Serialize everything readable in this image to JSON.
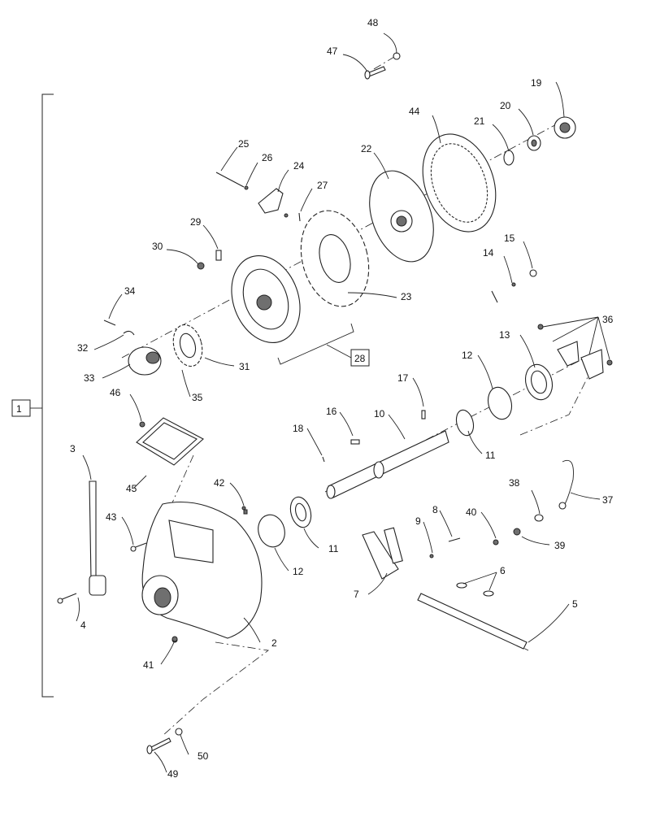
{
  "callouts": {
    "c1": "1",
    "c2": "2",
    "c3": "3",
    "c4": "4",
    "c5": "5",
    "c6": "6",
    "c7": "7",
    "c8": "8",
    "c9": "9",
    "c10": "10",
    "c11a": "11",
    "c11b": "11",
    "c12a": "12",
    "c12b": "12",
    "c13": "13",
    "c14": "14",
    "c15": "15",
    "c16": "16",
    "c17": "17",
    "c18": "18",
    "c19": "19",
    "c20": "20",
    "c21": "21",
    "c22": "22",
    "c23": "23",
    "c24": "24",
    "c25": "25",
    "c26": "26",
    "c27": "27",
    "c28": "28",
    "c29": "29",
    "c30": "30",
    "c31": "31",
    "c32": "32",
    "c33": "33",
    "c34": "34",
    "c35": "35",
    "c36": "36",
    "c37": "37",
    "c38": "38",
    "c39": "39",
    "c40": "40",
    "c41": "41",
    "c42": "42",
    "c43": "43",
    "c44": "44",
    "c45": "45",
    "c46": "46",
    "c47": "47",
    "c48": "48",
    "c49": "49",
    "c50": "50"
  }
}
